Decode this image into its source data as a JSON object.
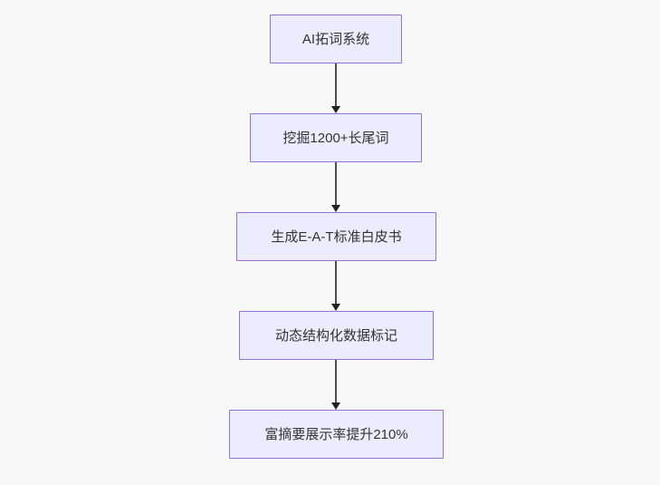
{
  "diagram": {
    "type": "flowchart",
    "direction": "top-down",
    "colors": {
      "background": "#f8f8f8",
      "node_fill": "#ECECFF",
      "node_border": "#9370DB",
      "node_text": "#333333",
      "arrow_line": "#4d4d4d",
      "arrow_head": "#222222"
    },
    "nodes": [
      {
        "id": "A",
        "label": "AI拓词系统"
      },
      {
        "id": "B",
        "label": "挖掘1200+长尾词"
      },
      {
        "id": "C",
        "label": "生成E-A-T标准白皮书"
      },
      {
        "id": "D",
        "label": "动态结构化数据标记"
      },
      {
        "id": "E",
        "label": "富摘要展示率提升210%"
      }
    ],
    "edges": [
      {
        "from": "A",
        "to": "B"
      },
      {
        "from": "B",
        "to": "C"
      },
      {
        "from": "C",
        "to": "D"
      },
      {
        "from": "D",
        "to": "E"
      }
    ]
  }
}
